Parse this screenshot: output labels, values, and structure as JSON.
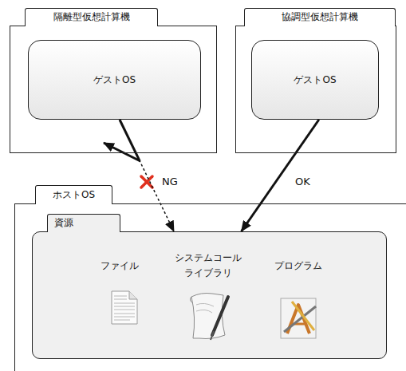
{
  "diagram": {
    "nodes": [
      {
        "text": [
          "隔離型仮想計算機"
        ]
      },
      {
        "text": [
          "ゲストOS"
        ],
        "in": 0
      },
      {
        "text": [
          "協調型仮想計算機"
        ]
      },
      {
        "text": [
          "ゲストOS"
        ],
        "in": 2
      },
      {
        "text": [
          "ホストOS"
        ]
      },
      {
        "text": [
          "資源"
        ],
        "in": 4
      }
    ],
    "edges": [
      {
        "from": 1,
        "to": 5,
        "arrow": "to",
        "label": "NG"
      },
      {
        "from": 3,
        "to": 5,
        "arrow": "to",
        "label": "OK"
      }
    ],
    "labels": [
      "ファイル",
      "システムコール ライブラリ",
      "プログラム"
    ]
  }
}
